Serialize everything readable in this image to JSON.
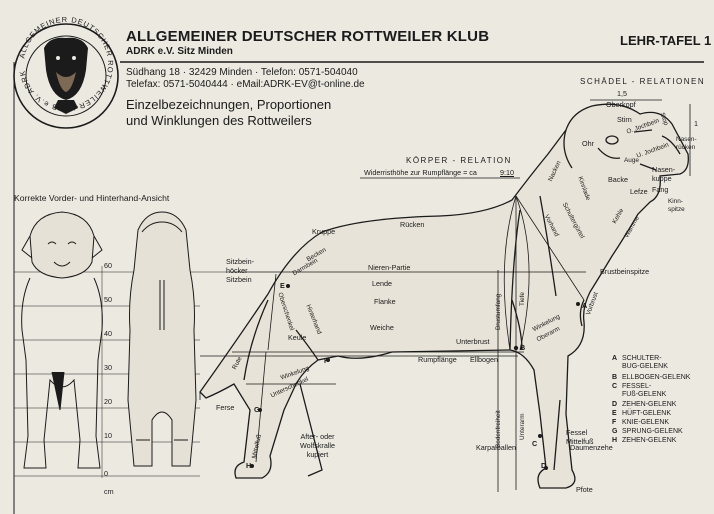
{
  "header": {
    "club_name": "ALLGEMEINER DEUTSCHER ROTTWEILER KLUB",
    "club_sub": "ADRK e.V. Sitz Minden",
    "plate": "LEHR-TAFEL 1",
    "address": "Südhang 18 · 32429 Minden · Telefon: 0571-504040",
    "contact": "Telefax: 0571-5040444 · eMail:ADRK-EV@t-online.de",
    "desc_line1": "Einzelbezeichnungen, Proportionen",
    "desc_line2": "und Winklungen des Rottweilers"
  },
  "seal": {
    "ring_text": "ALLGEMEINER DEUTSCHER ROTTWEILER-KLUB e.V. ADRK"
  },
  "front_view": {
    "caption": "Korrekte Vorder- und Hinterhand-Ansicht",
    "scale_ticks": [
      "60",
      "50",
      "40",
      "30",
      "20",
      "10",
      "0"
    ],
    "unit": "cm"
  },
  "skull": {
    "title": "SCHÄDEL - RELATIONEN",
    "ratio_top": "1,5",
    "ratio_right": "1",
    "labels": {
      "oberkopf": "Oberkopf",
      "stirn": "Stirn",
      "stop": "Stop",
      "nasenruecken": "Nasen-\nrücken",
      "ohr": "Ohr",
      "o_jochbein": "O. Jochbein",
      "u_jochbein": "U. Jochbein",
      "auge": "Auge",
      "backe": "Backe",
      "nasenkuppe": "Nasen-\nkuppe",
      "lefze": "Lefze",
      "fang": "Fang",
      "kinnspitze": "Kinn-\nspitze"
    }
  },
  "body_relation": {
    "title": "KÖRPER - RELATION",
    "ratio_label": "Widerristhöhe zur Rumpflänge = ca",
    "ratio": "9:10"
  },
  "dog_labels": {
    "nacken": "Nacken",
    "kinnlade": "Kinnlade",
    "kehle": "Kehle",
    "wamme": "Wamme",
    "schulterguertel": "Schultergürtel",
    "vorhand": "Vorhand",
    "ruecken": "Rücken",
    "kruppe": "Kruppe",
    "becken": "Becken",
    "darmbein": "Darmbein",
    "sitzbeinhoecker": "Sitzbein-\nhöcker",
    "sitzbein": "Sitzbein",
    "nierenpartie": "Nieren-Partie",
    "lende": "Lende",
    "flanke": "Flanke",
    "oberschenkel": "Oberschenkel",
    "hinterhand": "Hinterhand",
    "keule": "Keule",
    "weiche": "Weiche",
    "rute": "Rute",
    "winkelung": "Winkelung",
    "unterschenkel": "Unterschenkel",
    "unterbrust": "Unterbrust",
    "rumpflaenge": "Rumpflänge",
    "ellbogen": "Ellbogen",
    "brustumfang": "Brustumfang",
    "tiefe": "Tiefe",
    "oberarm": "Oberarm",
    "vorbrust": "Vorbrust",
    "brustbeinspitze": "Brustbeinspitze",
    "bodenfreiheit": "Bodenfreiheit",
    "unterarm": "Unterarm",
    "karpalballen": "Karpalballen",
    "ferse": "Ferse",
    "mittelfuss": "Mittelfuß",
    "afterkralle": "After- oder\nWolfskralle\nkupiert",
    "fessel_mittelfuss": "Fessel\nMittelfuß",
    "daumenzehe": "Daumenzehe",
    "pfote": "Pfote"
  },
  "joint_legend": [
    {
      "key": "A",
      "text": "SCHULTER-\nBUG-GELENK"
    },
    {
      "key": "B",
      "text": "ELLBOGEN-GELENK"
    },
    {
      "key": "C",
      "text": "FESSEL-\nFUß-GELENK"
    },
    {
      "key": "D",
      "text": "ZEHEN-GELENK"
    },
    {
      "key": "E",
      "text": "HÜFT-GELENK"
    },
    {
      "key": "F",
      "text": "KNIE-GELENK"
    },
    {
      "key": "G",
      "text": "SPRUNG-GELENK"
    },
    {
      "key": "H",
      "text": "ZEHEN-GELENK"
    }
  ],
  "colors": {
    "paper": "#ece9e1",
    "ink": "#1b1b1b"
  }
}
